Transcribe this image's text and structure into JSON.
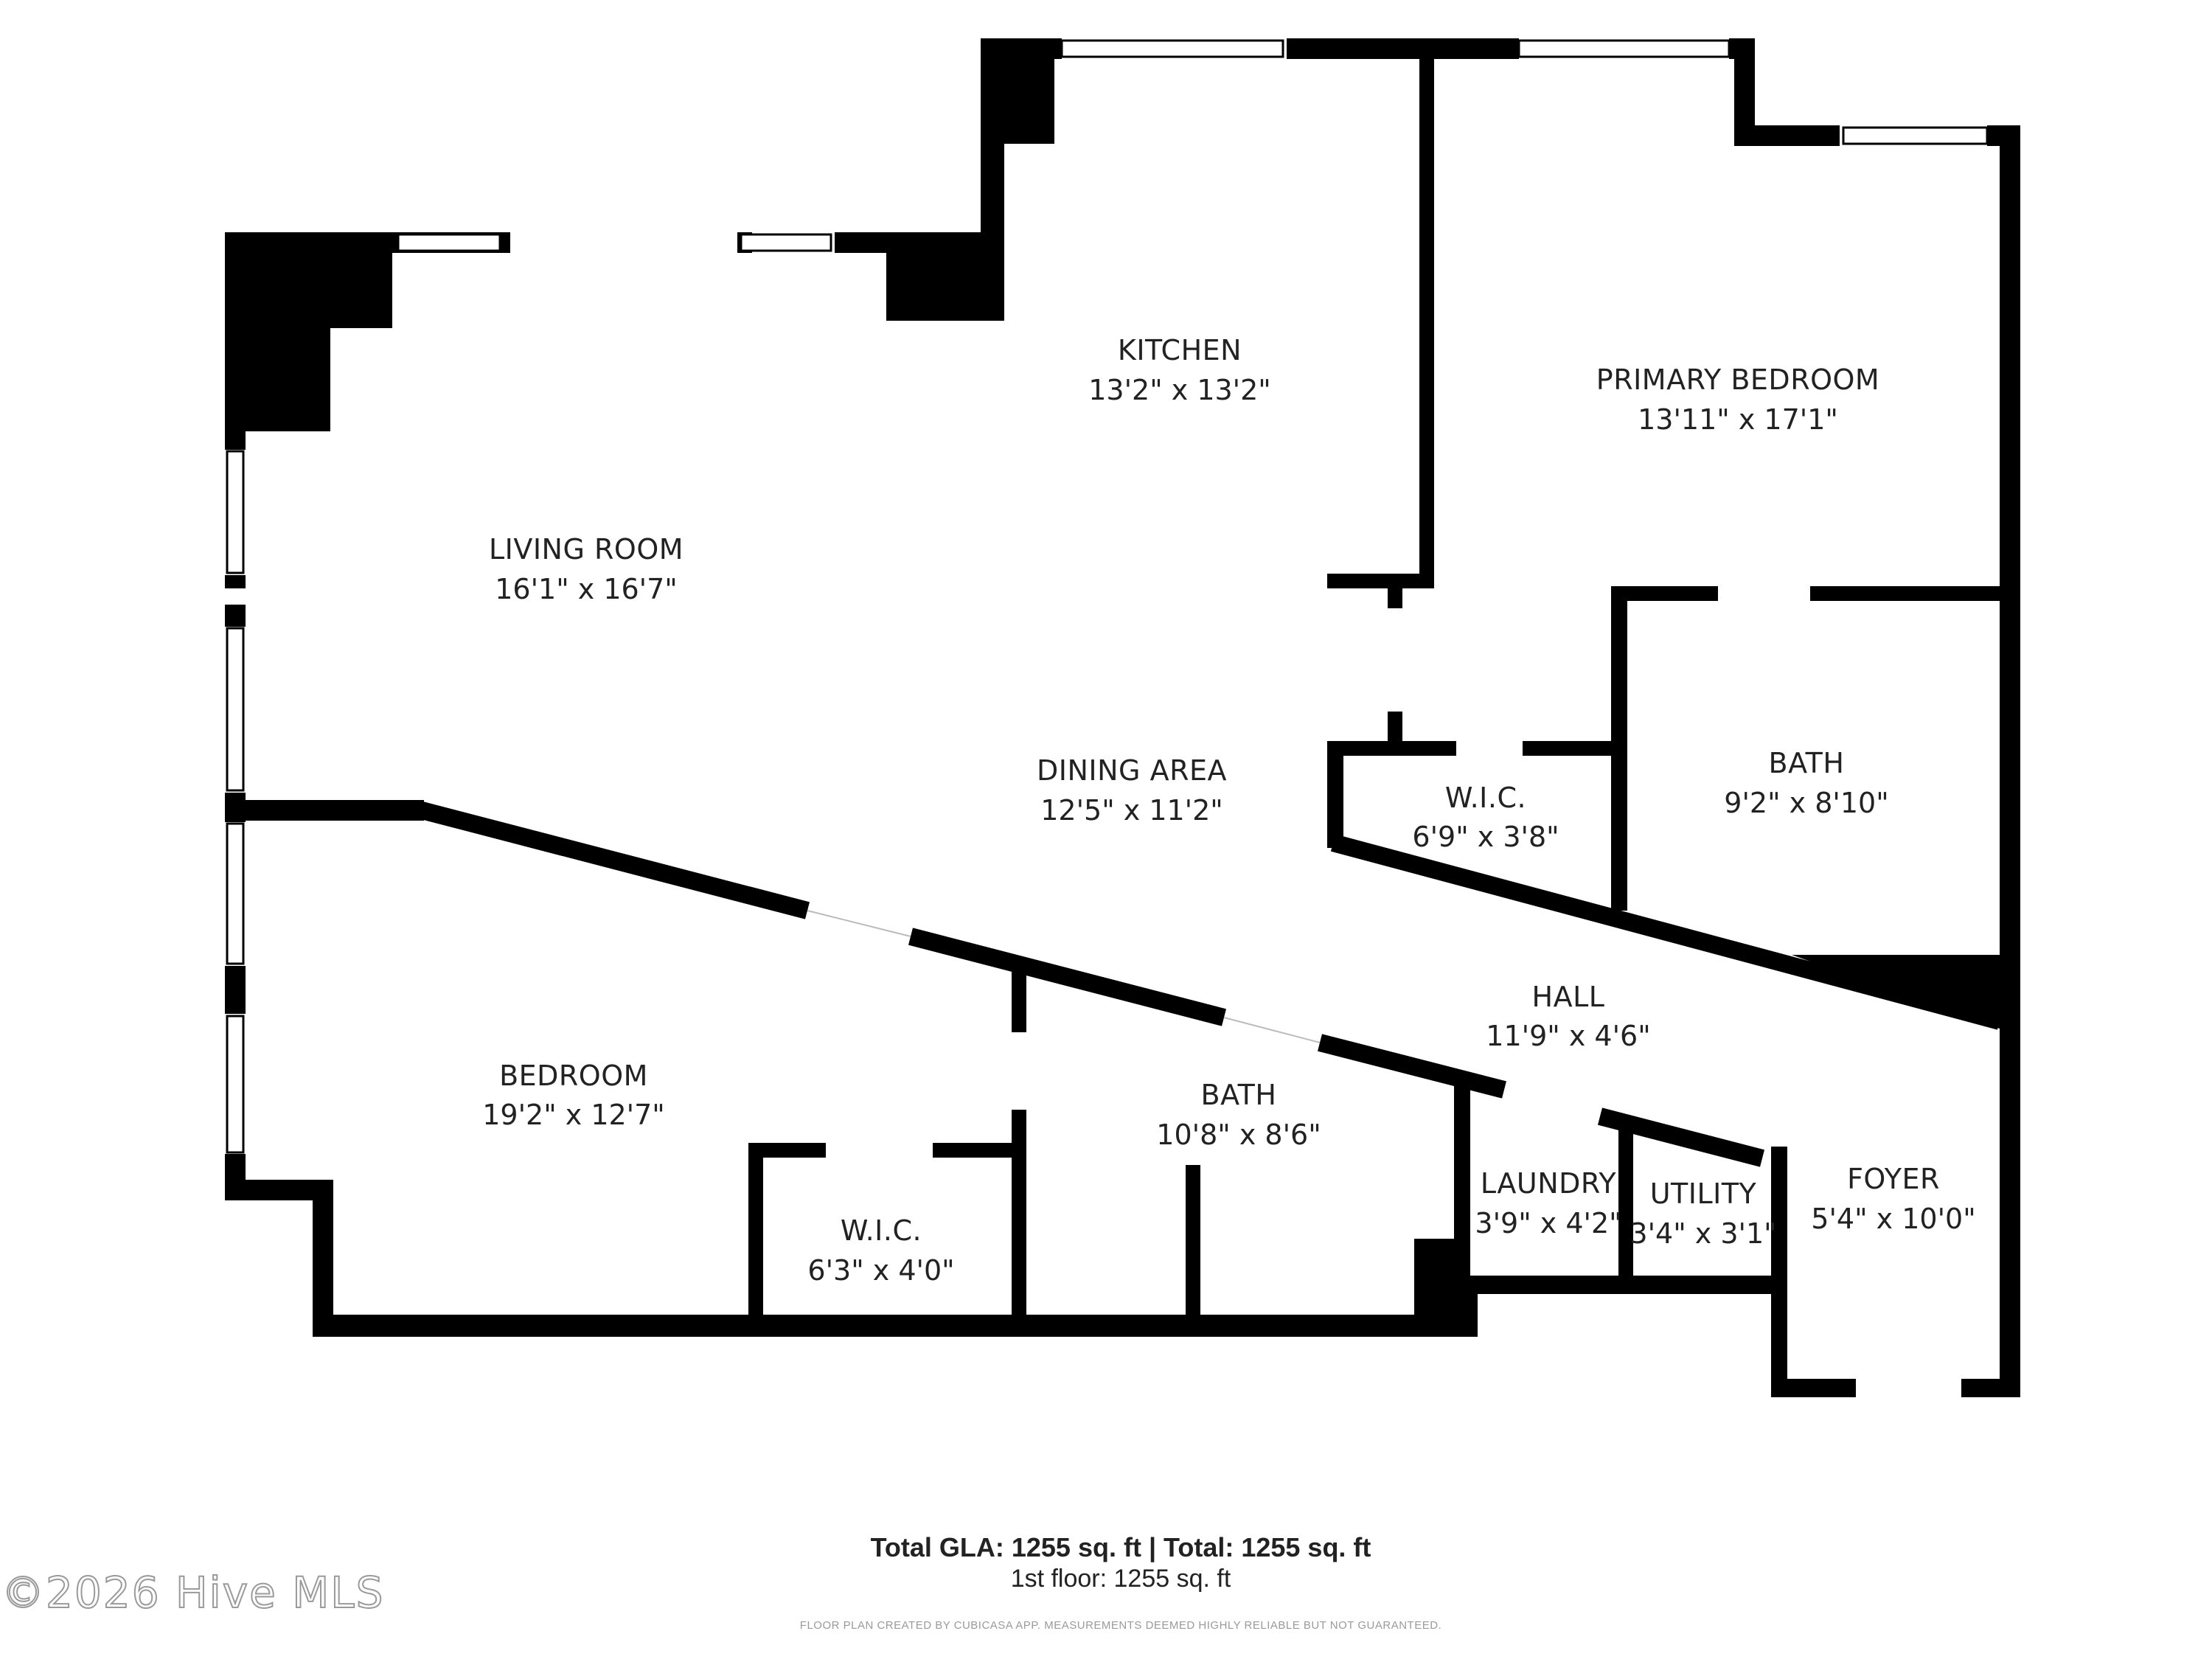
{
  "rooms": {
    "living": {
      "name": "LIVING ROOM",
      "dims": "16'1\" x 16'7\""
    },
    "kitchen": {
      "name": "KITCHEN",
      "dims": "13'2\" x 13'2\""
    },
    "primary_bedroom": {
      "name": "PRIMARY BEDROOM",
      "dims": "13'11\" x 17'1\""
    },
    "dining": {
      "name": "DINING AREA",
      "dims": "12'5\" x 11'2\""
    },
    "wic_primary": {
      "name": "W.I.C.",
      "dims": "6'9\" x 3'8\""
    },
    "bath_primary": {
      "name": "BATH",
      "dims": "9'2\" x 8'10\""
    },
    "hall": {
      "name": "HALL",
      "dims": "11'9\" x 4'6\""
    },
    "bedroom": {
      "name": "BEDROOM",
      "dims": "19'2\" x 12'7\""
    },
    "bath": {
      "name": "BATH",
      "dims": "10'8\" x 8'6\""
    },
    "laundry": {
      "name": "LAUNDRY",
      "dims": "3'9\" x 4'2\""
    },
    "utility": {
      "name": "UTILITY",
      "dims": "3'4\" x 3'1\""
    },
    "foyer": {
      "name": "FOYER",
      "dims": "5'4\" x 10'0\""
    },
    "wic_bedroom": {
      "name": "W.I.C.",
      "dims": "6'3\" x 4'0\""
    }
  },
  "summary": {
    "total": "Total GLA: 1255 sq. ft | Total: 1255 sq. ft",
    "floor": "1st floor: 1255 sq. ft",
    "disclaimer": "FLOOR PLAN CREATED BY CUBICASA APP. MEASUREMENTS DEEMED HIGHLY RELIABLE BUT NOT GUARANTEED."
  },
  "watermark": "©2026 Hive MLS",
  "colors": {
    "wall": "#000000",
    "text": "#222222",
    "window": "#ffffff"
  }
}
